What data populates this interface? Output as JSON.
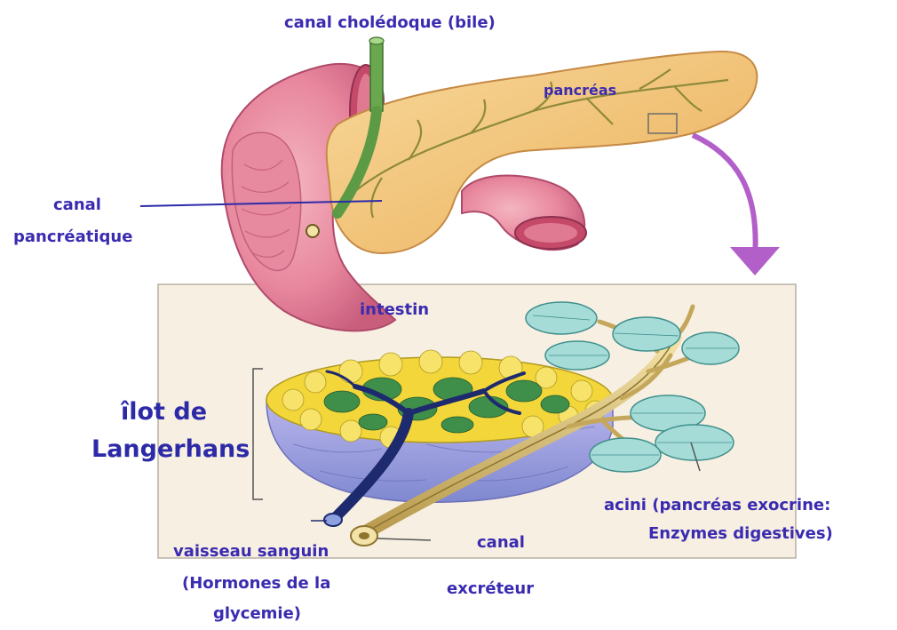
{
  "labels": {
    "canal_choledoque": "canal cholédoque (bile)",
    "pancreas": "pancréas",
    "canal_pancreatique_line1": "canal",
    "canal_pancreatique_line2": "pancréatique",
    "intestin": "intestin",
    "ilot_line1": "îlot de",
    "ilot_line2": "Langerhans",
    "acini_line1": "acini (pancréas exocrine:",
    "acini_line2": "Enzymes digestives)",
    "vaisseau_line1": "vaisseau sanguin",
    "vaisseau_line2": "(Hormones de la",
    "vaisseau_line3": "glycemie)",
    "canal_excreteur_line1": "canal",
    "canal_excreteur_line2": "excréteur"
  },
  "colors": {
    "label_text": "#3a2bb0",
    "arrow": "#b35fc9",
    "inset_background": "#f7efe2",
    "intestine": "#e88aa0",
    "pancreas": "#f2c27a",
    "islet_yellow": "#f3d63a",
    "islet_green": "#3f8f4a",
    "islet_base": "#9d9ce0",
    "blood_vessel": "#1d2a6e",
    "duct": "#d9c079",
    "acini": "#8fd3d0"
  }
}
